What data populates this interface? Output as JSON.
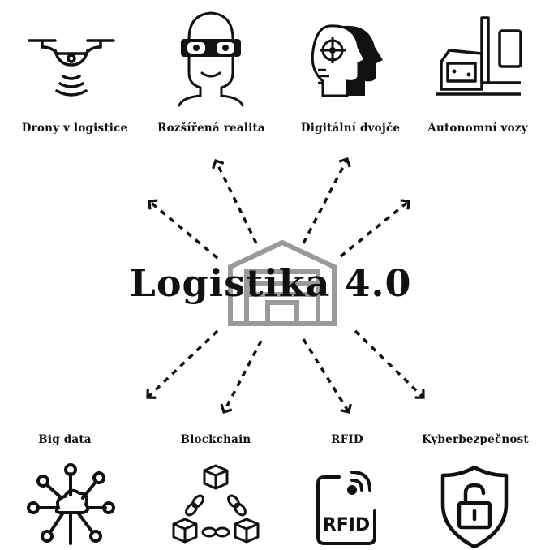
{
  "title": "Logistika 4.0",
  "top_items": [
    {
      "label": "Drony v logistice",
      "icon": "drone-icon"
    },
    {
      "label": "Rozšířená realita",
      "icon": "ar-headset-icon"
    },
    {
      "label": "Digitální dvojče",
      "icon": "digital-twin-icon"
    },
    {
      "label": "Autonomní vozy",
      "icon": "autonomous-forklift-icon"
    }
  ],
  "bottom_items": [
    {
      "label": "Big data",
      "icon": "network-cloud-icon"
    },
    {
      "label": "Blockchain",
      "icon": "blockchain-icon"
    },
    {
      "label": "RFID",
      "icon": "rfid-icon"
    },
    {
      "label": "Kyberbezpečnost",
      "icon": "shield-lock-icon"
    }
  ],
  "rfid_icon_text": "RFID",
  "colors": {
    "ink": "#111111",
    "warehouse": "#9a9a9a"
  }
}
